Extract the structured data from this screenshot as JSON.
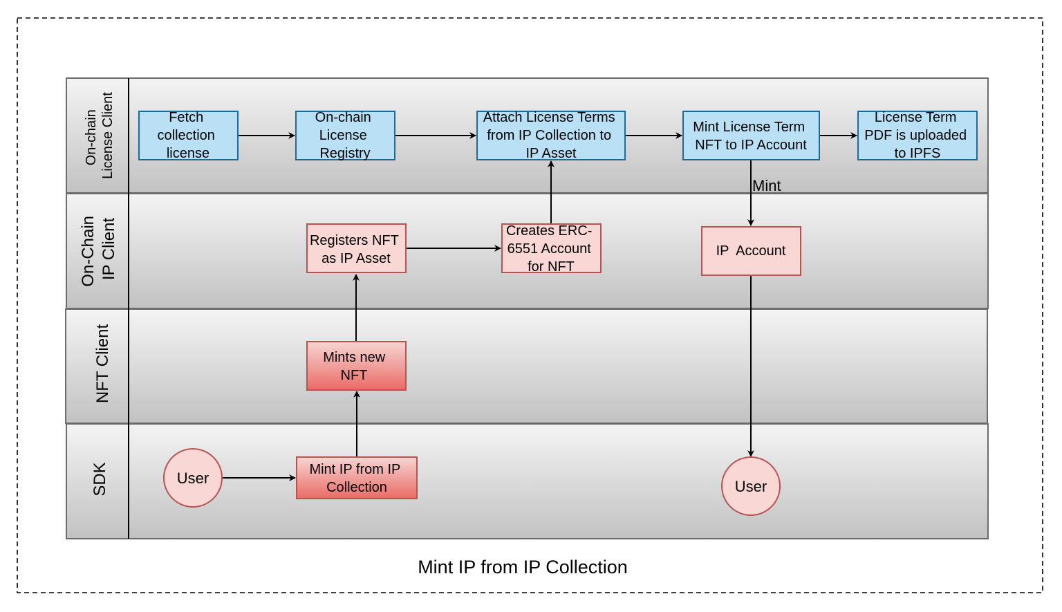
{
  "title": "Mint IP from IP Collection",
  "lanes": [
    {
      "id": "lane1",
      "label_lines": [
        "On-chain",
        "License Client"
      ]
    },
    {
      "id": "lane2",
      "label_lines": [
        "On-Chain",
        "IP Client"
      ]
    },
    {
      "id": "lane3",
      "label_lines": [
        "NFT Client"
      ]
    },
    {
      "id": "lane4",
      "label_lines": [
        "SDK"
      ]
    }
  ],
  "nodes": [
    {
      "id": "fetch-license",
      "lines": [
        "Fetch",
        "collection",
        "license"
      ]
    },
    {
      "id": "license-registry",
      "lines": [
        "On-chain",
        "License",
        "Registry"
      ]
    },
    {
      "id": "attach-terms",
      "lines": [
        "Attach License Terms",
        "from IP Collection to",
        "IP Asset"
      ]
    },
    {
      "id": "mint-license-nft",
      "lines": [
        "Mint License Term",
        "NFT to IP Account"
      ]
    },
    {
      "id": "pdf-ipfs",
      "lines": [
        "License Term",
        "PDF is uploaded",
        "to IPFS"
      ]
    },
    {
      "id": "register-ip-asset",
      "lines": [
        "Registers NFT",
        "as IP Asset"
      ]
    },
    {
      "id": "create-erc6551",
      "lines": [
        "Creates ERC-",
        "6551 Account",
        "for NFT"
      ]
    },
    {
      "id": "ip-account",
      "lines": [
        "IP  Account"
      ]
    },
    {
      "id": "mint-nft",
      "lines": [
        "Mints new",
        "NFT"
      ]
    },
    {
      "id": "mint-ip",
      "lines": [
        "Mint IP from IP",
        "Collection"
      ]
    },
    {
      "id": "user-start",
      "lines": [
        "User"
      ]
    },
    {
      "id": "user-end",
      "lines": [
        "User"
      ]
    }
  ],
  "edges": [
    {
      "from": "user-start",
      "to": "mint-ip",
      "label": ""
    },
    {
      "from": "mint-ip",
      "to": "mint-nft",
      "label": ""
    },
    {
      "from": "mint-nft",
      "to": "register-ip-asset",
      "label": ""
    },
    {
      "from": "register-ip-asset",
      "to": "create-erc6551",
      "label": ""
    },
    {
      "from": "create-erc6551",
      "to": "attach-terms",
      "label": ""
    },
    {
      "from": "fetch-license",
      "to": "license-registry",
      "label": ""
    },
    {
      "from": "license-registry",
      "to": "attach-terms",
      "label": ""
    },
    {
      "from": "attach-terms",
      "to": "mint-license-nft",
      "label": ""
    },
    {
      "from": "mint-license-nft",
      "to": "pdf-ipfs",
      "label": ""
    },
    {
      "from": "mint-license-nft",
      "to": "ip-account",
      "label": "Mint"
    },
    {
      "from": "ip-account",
      "to": "user-end",
      "label": ""
    }
  ],
  "colors": {
    "blue_fill": "#b9e0f5",
    "blue_stroke": "#1b6b9b",
    "pink_fill": "#f9d7d4",
    "red_stroke": "#b85450",
    "red_top": "#f6d5d2",
    "red_bottom": "#ea6b66",
    "lane_top": "#f4f4f4",
    "lane_bottom": "#c2c2c2",
    "lane_stroke": "#6b6b6b"
  }
}
